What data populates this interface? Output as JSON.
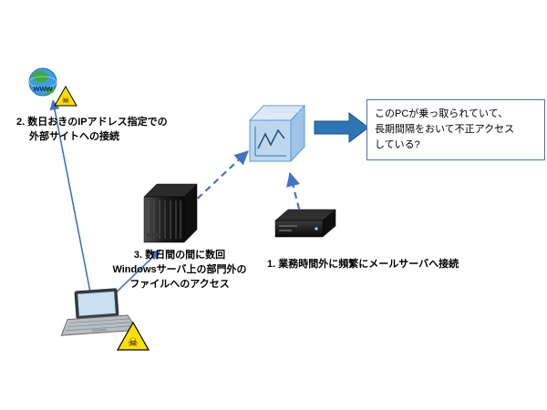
{
  "globe_label": "www",
  "steps": {
    "step1": {
      "text": "1. 業務時間外に頻繁にメールサーバへ接続"
    },
    "step2": {
      "line1": "2. 数日おきのIPアドレス指定での",
      "line2": "外部サイトへの接続"
    },
    "step3": {
      "line1": "3. 数日間の間に数回",
      "line2": "Windowsサーバ上の部門外の",
      "line3": "ファイルへのアクセス"
    }
  },
  "callout": {
    "line1": "このPCが乗っ取られていて、",
    "line2": "長期間隔をおいて不正アクセス",
    "line3": "している?"
  },
  "icons": {
    "warning_glyph": "☠",
    "globe": "globe-icon",
    "warning": "skull-warning-icon",
    "pc": "pc-cube-icon",
    "tower_server": "tower-server-icon",
    "mail_server": "rack-mail-server-icon",
    "laptop": "laptop-icon"
  },
  "colors": {
    "arrow_blue": "#4472C4",
    "block_arrow_fill": "#2E75B6",
    "callout_border": "#4472C4",
    "warning_yellow": "#FFE000",
    "cube_front": "#BDD7EE",
    "cube_top": "#DEEBF7",
    "cube_side": "#9DC3E6"
  }
}
